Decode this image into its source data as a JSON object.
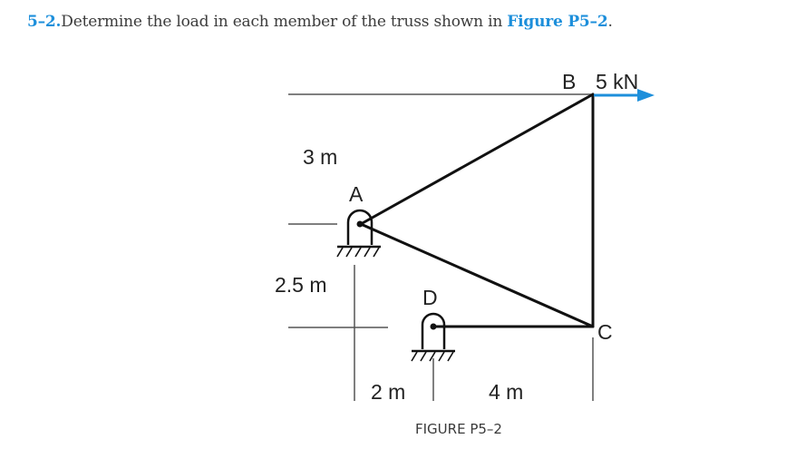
{
  "problem": {
    "number": "5–2.",
    "text": "Determine the load in each member of the truss shown in ",
    "figure_link": "Figure P5–2",
    "end": "."
  },
  "figure": {
    "caption": "FIGURE P5–2",
    "joints": {
      "A": "A",
      "B": "B",
      "C": "C",
      "D": "D"
    },
    "load": {
      "label": "5 kN",
      "color": "#1d8fdb",
      "direction": "right",
      "at": "B"
    },
    "dimensions": {
      "vertical_top": "3 m",
      "vertical_bottom": "2.5 m",
      "horizontal_left": "2 m",
      "horizontal_right": "4 m"
    },
    "supports": [
      "A: pin",
      "D: pin"
    ],
    "members": [
      "AB",
      "AC",
      "BC",
      "DC"
    ]
  }
}
